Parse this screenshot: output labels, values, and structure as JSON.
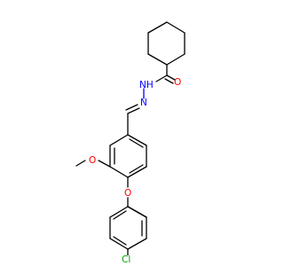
{
  "molecule": {
    "atom_labels": {
      "o_amide": "O",
      "nh": "NH",
      "n_imine": "N",
      "o_methoxy": "O",
      "o_ether": "O",
      "cl": "Cl"
    },
    "colors": {
      "bond": "#000000",
      "oxygen": "#ff0000",
      "nitrogen": "#0000ff",
      "chlorine": "#00a000",
      "background": "#ffffff"
    }
  }
}
